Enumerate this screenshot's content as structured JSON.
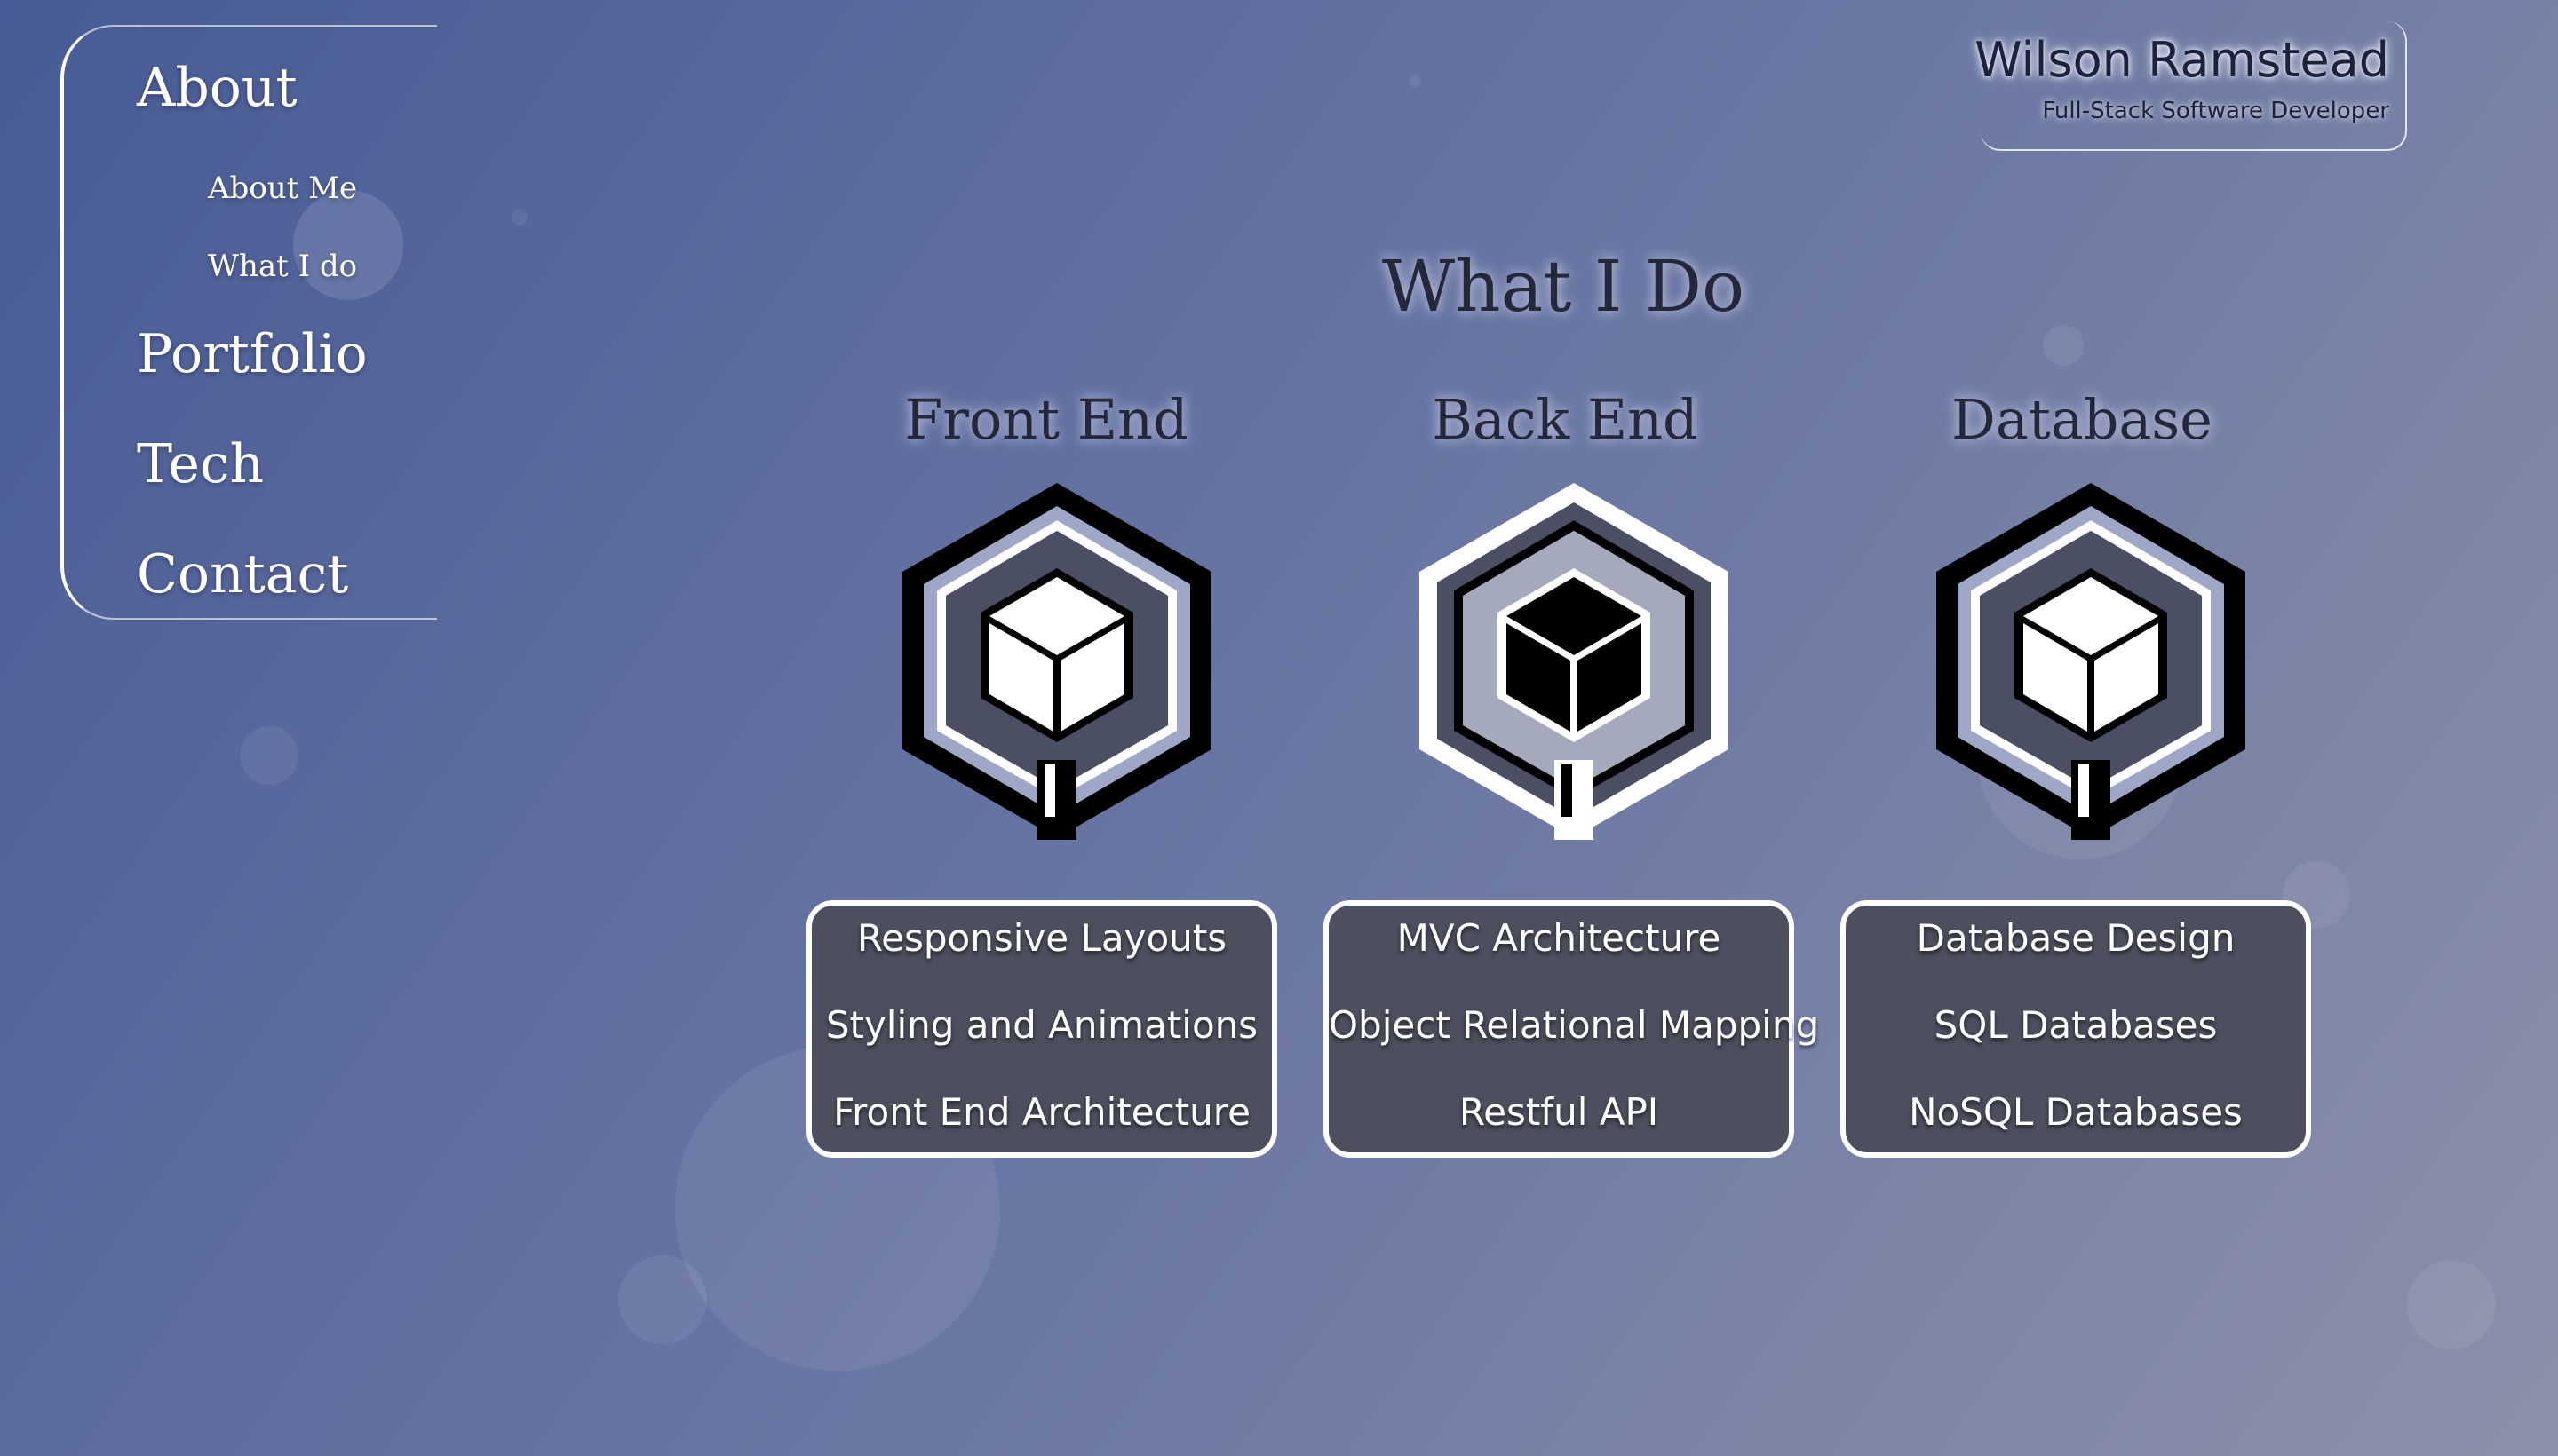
{
  "header": {
    "name": "Wilson Ramstead",
    "tagline": "Full-Stack Software Developer"
  },
  "nav": {
    "about": "About",
    "about_me": "About Me",
    "what_i_do": "What I do",
    "portfolio": "Portfolio",
    "tech": "Tech",
    "contact": "Contact"
  },
  "main": {
    "title": "What I Do",
    "columns": [
      {
        "title": "Front End",
        "icon": "cube-hexagon-icon",
        "skills": [
          "Responsive Layouts",
          "Styling and Animations",
          "Front End Architecture"
        ]
      },
      {
        "title": "Back End",
        "icon": "cube-hexagon-inverted-icon",
        "skills": [
          "MVC Architecture",
          "Object Relational Mapping",
          "Restful API"
        ]
      },
      {
        "title": "Database",
        "icon": "cube-hexagon-icon",
        "skills": [
          "Database Design",
          "SQL Databases",
          "NoSQL Databases"
        ]
      }
    ]
  },
  "colors": {
    "accent": "#ffffff",
    "card": "#4c4f5e",
    "title": "#25273a"
  }
}
